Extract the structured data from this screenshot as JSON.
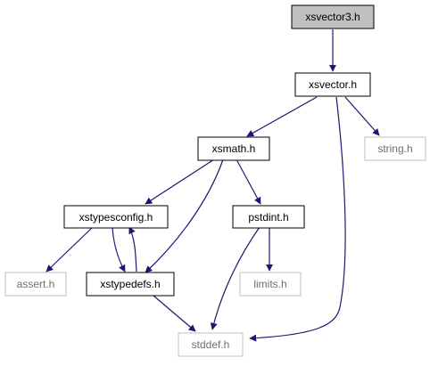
{
  "diagram": {
    "nodes": {
      "xsvector3_h": {
        "label": "xsvector3.h",
        "kind": "root"
      },
      "xsvector_h": {
        "label": "xsvector.h",
        "kind": "file"
      },
      "xsmath_h": {
        "label": "xsmath.h",
        "kind": "file"
      },
      "string_h": {
        "label": "string.h",
        "kind": "external"
      },
      "xstypesconfig_h": {
        "label": "xstypesconfig.h",
        "kind": "file"
      },
      "pstdint_h": {
        "label": "pstdint.h",
        "kind": "file"
      },
      "assert_h": {
        "label": "assert.h",
        "kind": "external"
      },
      "xstypedefs_h": {
        "label": "xstypedefs.h",
        "kind": "file"
      },
      "limits_h": {
        "label": "limits.h",
        "kind": "external"
      },
      "stddef_h": {
        "label": "stddef.h",
        "kind": "external"
      }
    },
    "edges": [
      {
        "from": "xsvector3_h",
        "to": "xsvector_h"
      },
      {
        "from": "xsvector_h",
        "to": "xsmath_h"
      },
      {
        "from": "xsvector_h",
        "to": "string_h"
      },
      {
        "from": "xsvector_h",
        "to": "stddef_h"
      },
      {
        "from": "xsmath_h",
        "to": "xstypesconfig_h"
      },
      {
        "from": "xsmath_h",
        "to": "pstdint_h"
      },
      {
        "from": "xsmath_h",
        "to": "xstypedefs_h"
      },
      {
        "from": "xstypesconfig_h",
        "to": "assert_h"
      },
      {
        "from": "xstypesconfig_h",
        "to": "xstypedefs_h"
      },
      {
        "from": "xstypedefs_h",
        "to": "xstypesconfig_h"
      },
      {
        "from": "xstypedefs_h",
        "to": "stddef_h"
      },
      {
        "from": "pstdint_h",
        "to": "limits_h"
      },
      {
        "from": "pstdint_h",
        "to": "stddef_h"
      }
    ],
    "colors": {
      "edge": "#191970",
      "root_fill": "#bfbfbf",
      "node_border": "#000000",
      "external_border": "#bfbfbf",
      "external_text": "#6e6e6e"
    }
  }
}
